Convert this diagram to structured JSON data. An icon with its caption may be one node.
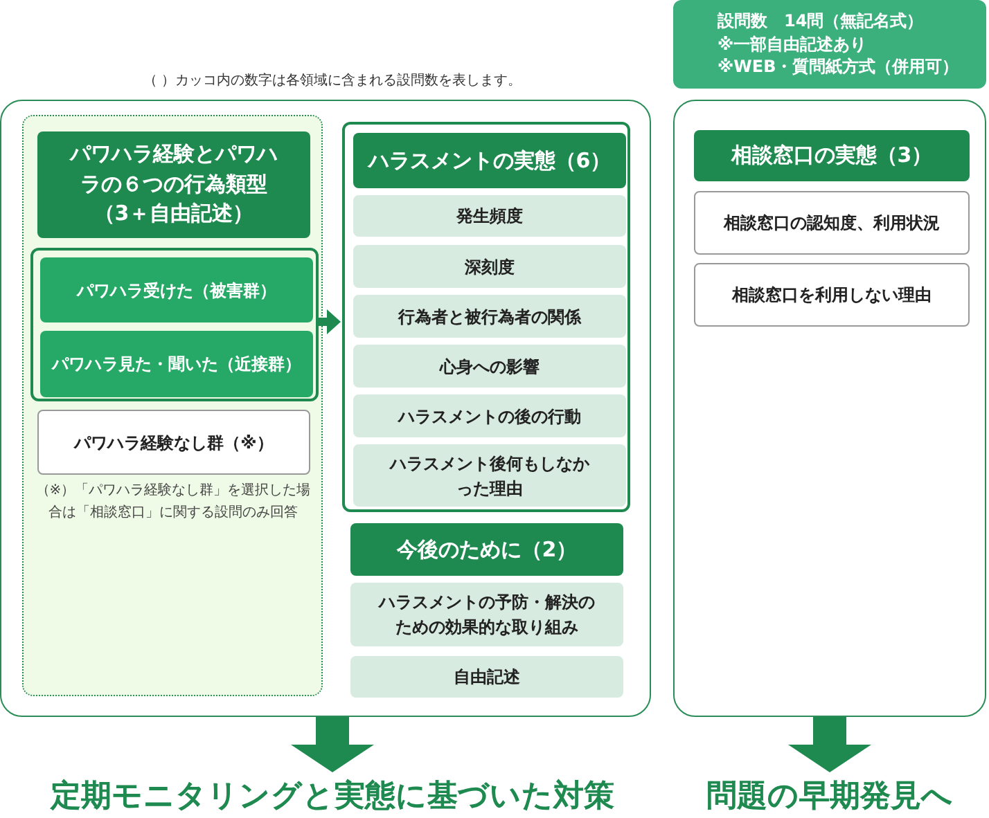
{
  "diagram": {
    "nodes": [
      {
        "text": [],
        "shape": "box"
      },
      {
        "text": [],
        "shape": "box",
        "in": 0
      },
      {
        "text": [
          "パワハラ経験とパワハラの６つの行為類型（3＋自由記述）"
        ],
        "in": 1
      },
      {
        "text": [],
        "shape": "box",
        "in": 1
      },
      {
        "text": [
          "パワハラ受けた（被害群）"
        ],
        "in": 3
      },
      {
        "text": [
          "パワハラ見た・聞いた（近接群）"
        ],
        "in": 3
      },
      {
        "text": [
          "パワハラ経験なし群（※）"
        ],
        "in": 1
      },
      {
        "text": [],
        "shape": "box",
        "in": 0
      },
      {
        "text": [
          "ハラスメントの実態（6）"
        ],
        "in": 7
      },
      {
        "text": [
          "発生頻度"
        ],
        "in": 7
      },
      {
        "text": [
          "深刻度"
        ],
        "in": 7
      },
      {
        "text": [
          "行為者と被行為者の関係"
        ],
        "in": 7
      },
      {
        "text": [
          "心身への影響"
        ],
        "in": 7
      },
      {
        "text": [
          "ハラスメントの後の行動"
        ],
        "in": 7
      },
      {
        "text": [
          "ハラスメント後何もしなかった理由"
        ],
        "in": 7
      },
      {
        "text": [
          "今後のために（2）"
        ],
        "in": 0
      },
      {
        "text": [
          "ハラスメントの予防・解決のための効果的な取り組み"
        ],
        "in": 0
      },
      {
        "text": [
          "自由記述"
        ],
        "in": 0
      },
      {
        "text": [
          "設問数　14問（無記名式）",
          "※一部自由記述あり",
          "※WEB・質問紙方式（併用可）"
        ]
      },
      {
        "text": [],
        "shape": "box"
      },
      {
        "text": [
          "相談窓口の実態（3）"
        ],
        "in": 19
      },
      {
        "text": [
          "相談窓口の認知度、利用状況"
        ],
        "in": 19
      },
      {
        "text": [
          "相談窓口を利用しない理由"
        ],
        "in": 19
      },
      {
        "text": [
          "定期モニタリングと実態に基づいた対策"
        ]
      },
      {
        "text": [
          "問題の早期発見へ"
        ]
      }
    ],
    "edges": [
      {
        "from": 3,
        "to": 7,
        "arrow": "to"
      },
      {
        "from": 0,
        "to": 23,
        "arrow": "to"
      },
      {
        "from": 19,
        "to": 24,
        "arrow": "to"
      }
    ],
    "labels": [
      "（ ）カッコ内の数字は各領域に含まれる設問数を表します。",
      "（※）「パワハラ経験なし群」を選択した場合は「相談窓口」に関する設問のみ回答"
    ]
  }
}
